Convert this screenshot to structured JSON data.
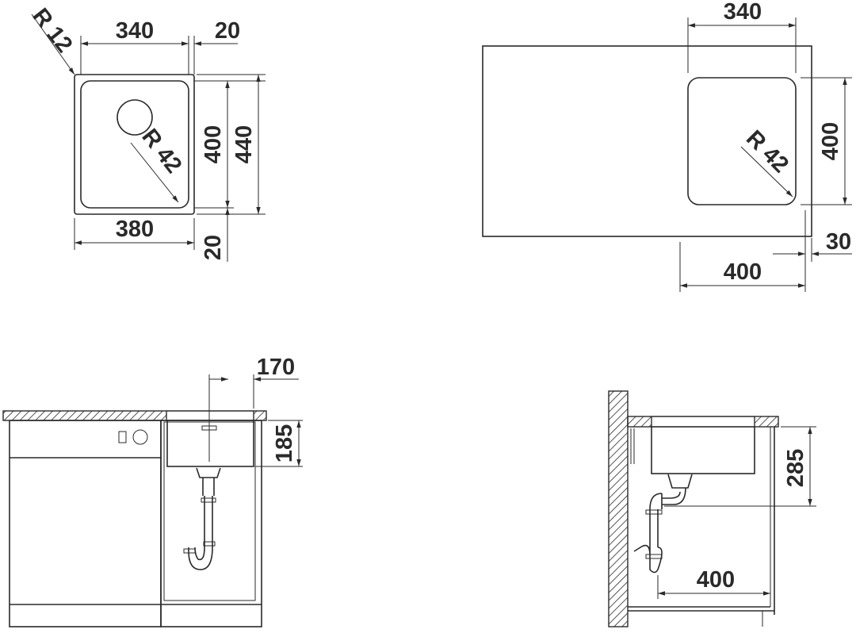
{
  "top_view_left": {
    "width_inner": "340",
    "margin_top": "20",
    "radius_outer": "R 12",
    "radius_inner": "R 42",
    "height_inner": "400",
    "height_outer": "440",
    "width_outer": "380",
    "margin_bottom": "20"
  },
  "top_view_right": {
    "width_inner": "340",
    "height_inner": "400",
    "radius_inner": "R 42",
    "cabinet_width": "400",
    "offset": "30"
  },
  "front_view": {
    "drain_offset": "170",
    "depth": "185"
  },
  "side_view": {
    "depth": "285",
    "cabinet_depth": "400"
  }
}
